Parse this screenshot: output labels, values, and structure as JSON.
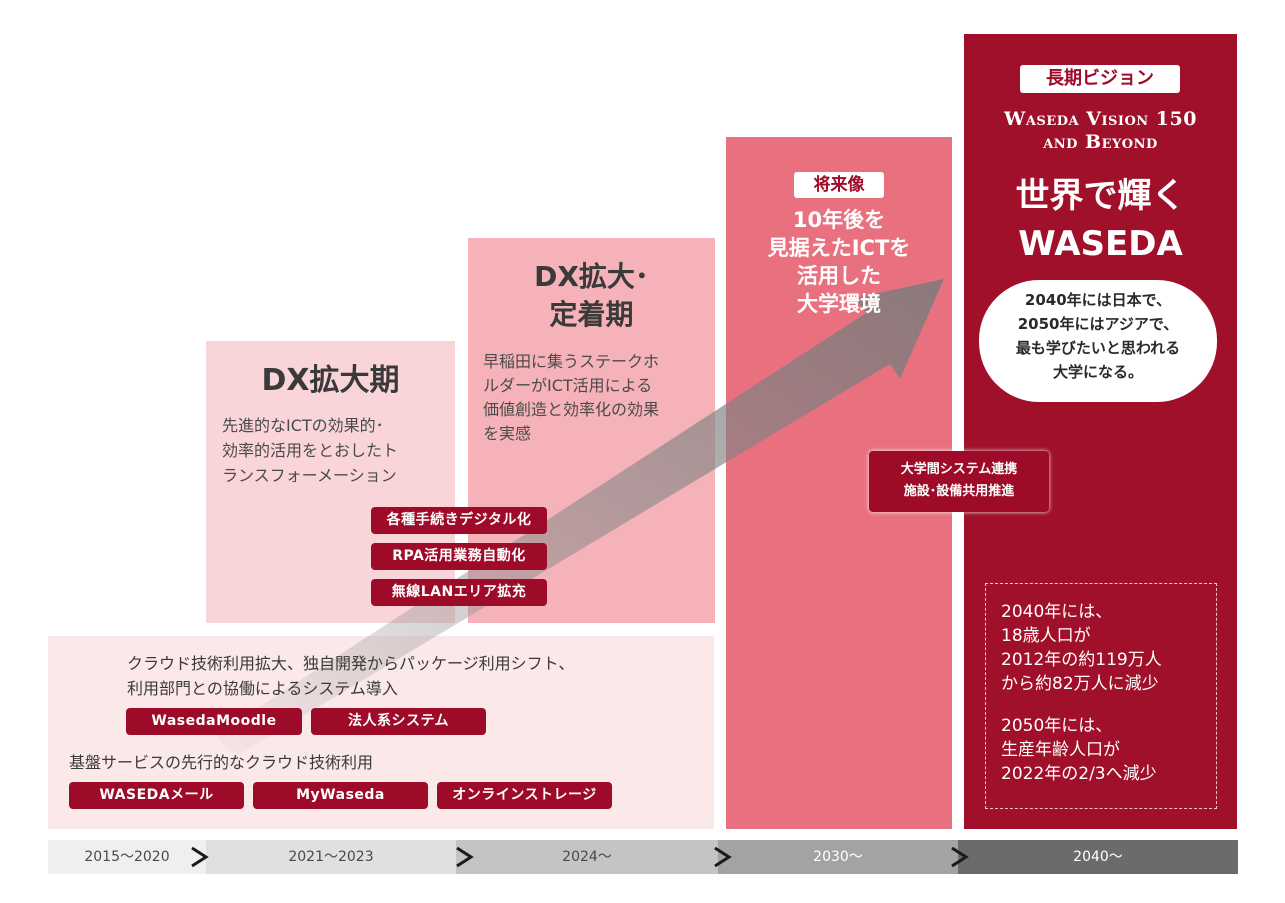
{
  "base": {
    "line1": "クラウド技術利用拡大、独自開発からパッケージ利用シフト、",
    "line2": "利用部門との協働によるシステム導入",
    "mid_pills": [
      "WasedaMoodle",
      "法人系システム"
    ],
    "caption": "基盤サービスの先行的なクラウド技術利用",
    "bottom_pills": [
      "WASEDAメール",
      "MyWaseda",
      "オンラインストレージ"
    ]
  },
  "phase2021": {
    "title": "DX拡大期",
    "desc": "先進的なICTの効果的･\n効率的活用をとおしたト\nランスフォーメーション",
    "pills": [
      "各種手続きデジタル化",
      "RPA活用業務自動化",
      "無線LANエリア拡充"
    ]
  },
  "phase2024": {
    "title": "DX拡大･\n定着期",
    "desc": "早稲田に集うステークホ\nルダーがICT活用による\n価値創造と効率化の効果\nを実感"
  },
  "phase2030": {
    "badge": "将来像",
    "text": "10年後を\n見据えたICTを\n活用した\n大学環境",
    "callout": "大学間システム連携\n施設･設備共用推進"
  },
  "phase2040": {
    "badge": "長期ビジョン",
    "vision": "Waseda Vision 150\nand Beyond",
    "headline": "世界で輝く\nWASEDA",
    "bubble": "2040年には日本で、\n2050年にはアジアで、\n最も学びたいと思われる\n大学になる。",
    "note1": "2040年には、\n18歳人口が\n2012年の約119万人\nから約82万人に減少",
    "note2": "2050年には、\n生産年齢人口が\n2022年の2/3へ減少"
  },
  "timeline": {
    "segments": [
      "2015～2020",
      "2021～2023",
      "2024～",
      "2030～",
      "2040～"
    ],
    "colors": [
      "#efefef",
      "#e0e0e0",
      "#c4c4c4",
      "#a3a3a3",
      "#6b6b6b"
    ],
    "text_colors": [
      "#4a4a4a",
      "#4a4a4a",
      "#4a4a4a",
      "#ffffff",
      "#ffffff"
    ]
  }
}
